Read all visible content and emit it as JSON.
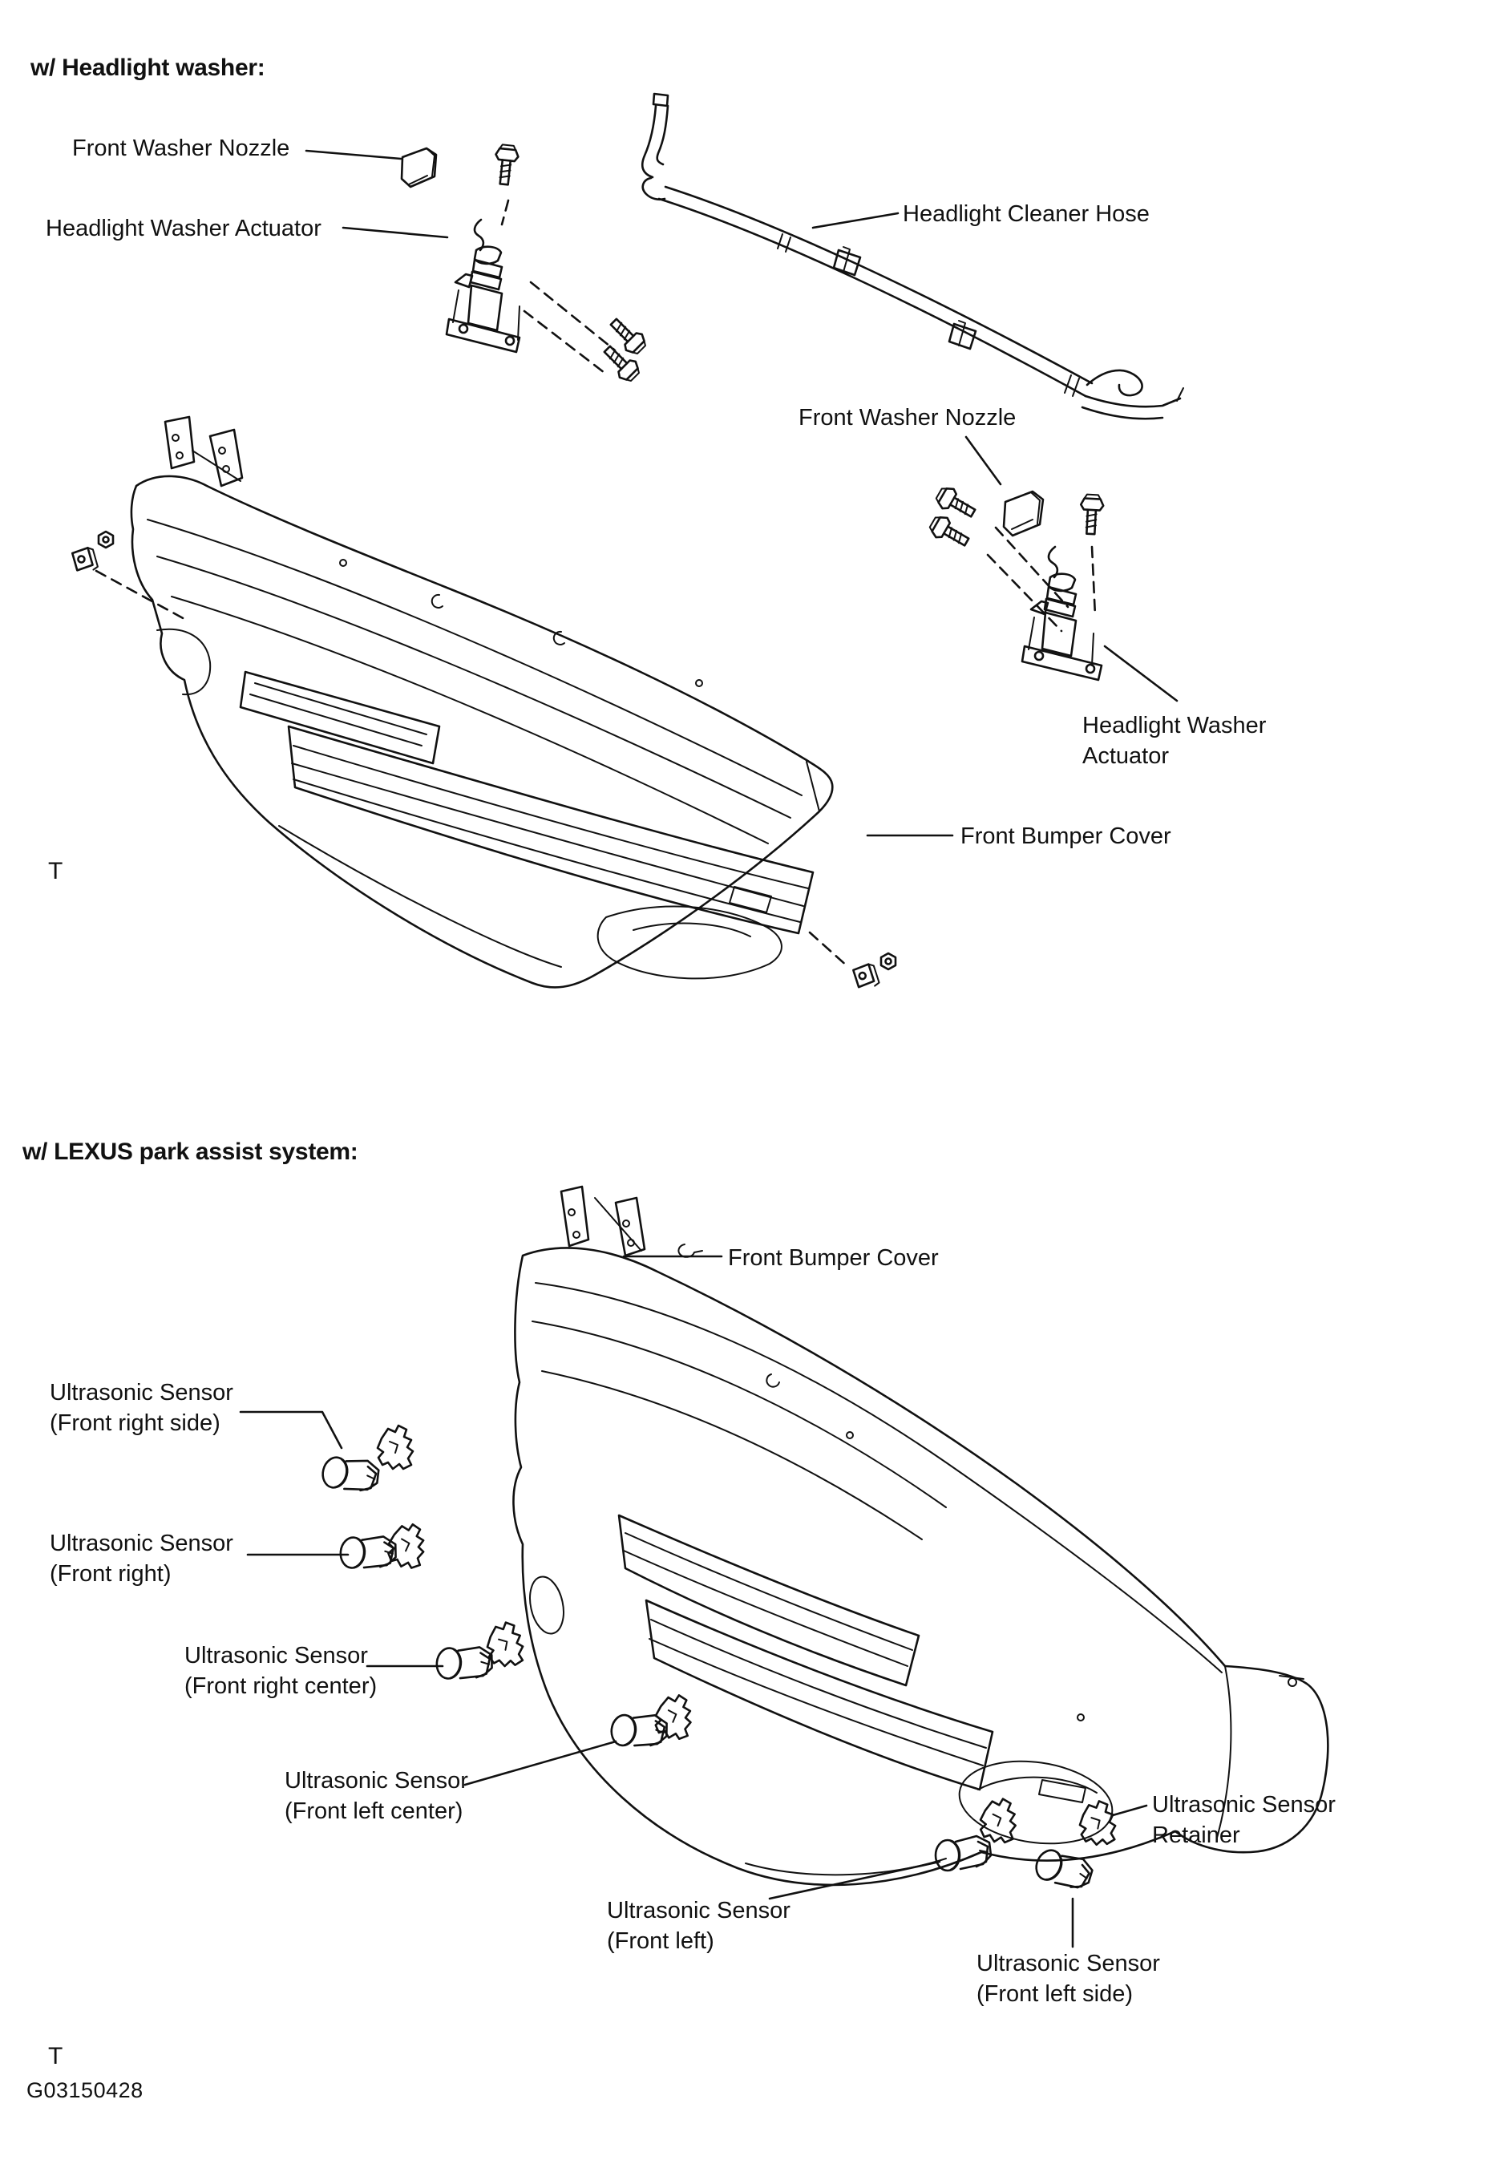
{
  "page": {
    "background_color": "#ffffff",
    "ink_color": "#111111",
    "figure_id": "G03150428",
    "sheet_marker_top": "T",
    "sheet_marker_bottom": "T"
  },
  "headlight_washer": {
    "heading": "w/ Headlight washer:",
    "labels": {
      "front_washer_nozzle_left": "Front Washer Nozzle",
      "headlight_washer_actuator_left": "Headlight Washer Actuator",
      "headlight_cleaner_hose": "Headlight Cleaner Hose",
      "front_washer_nozzle_right": "Front Washer Nozzle",
      "headlight_washer_actuator_right": [
        "Headlight Washer",
        "Actuator"
      ],
      "front_bumper_cover": "Front Bumper Cover"
    }
  },
  "park_assist": {
    "heading": "w/ LEXUS park assist system:",
    "labels": {
      "front_bumper_cover": "Front Bumper Cover",
      "front_right_side": [
        "Ultrasonic Sensor",
        "(Front right side)"
      ],
      "front_right": [
        "Ultrasonic Sensor",
        "(Front right)"
      ],
      "front_right_center": [
        "Ultrasonic Sensor",
        "(Front right center)"
      ],
      "front_left_center": [
        "Ultrasonic Sensor",
        "(Front left center)"
      ],
      "front_left": [
        "Ultrasonic Sensor",
        "(Front left)"
      ],
      "retainer": [
        "Ultrasonic Sensor",
        "Retainer"
      ],
      "front_left_side": [
        "Ultrasonic Sensor",
        "(Front left side)"
      ]
    }
  }
}
